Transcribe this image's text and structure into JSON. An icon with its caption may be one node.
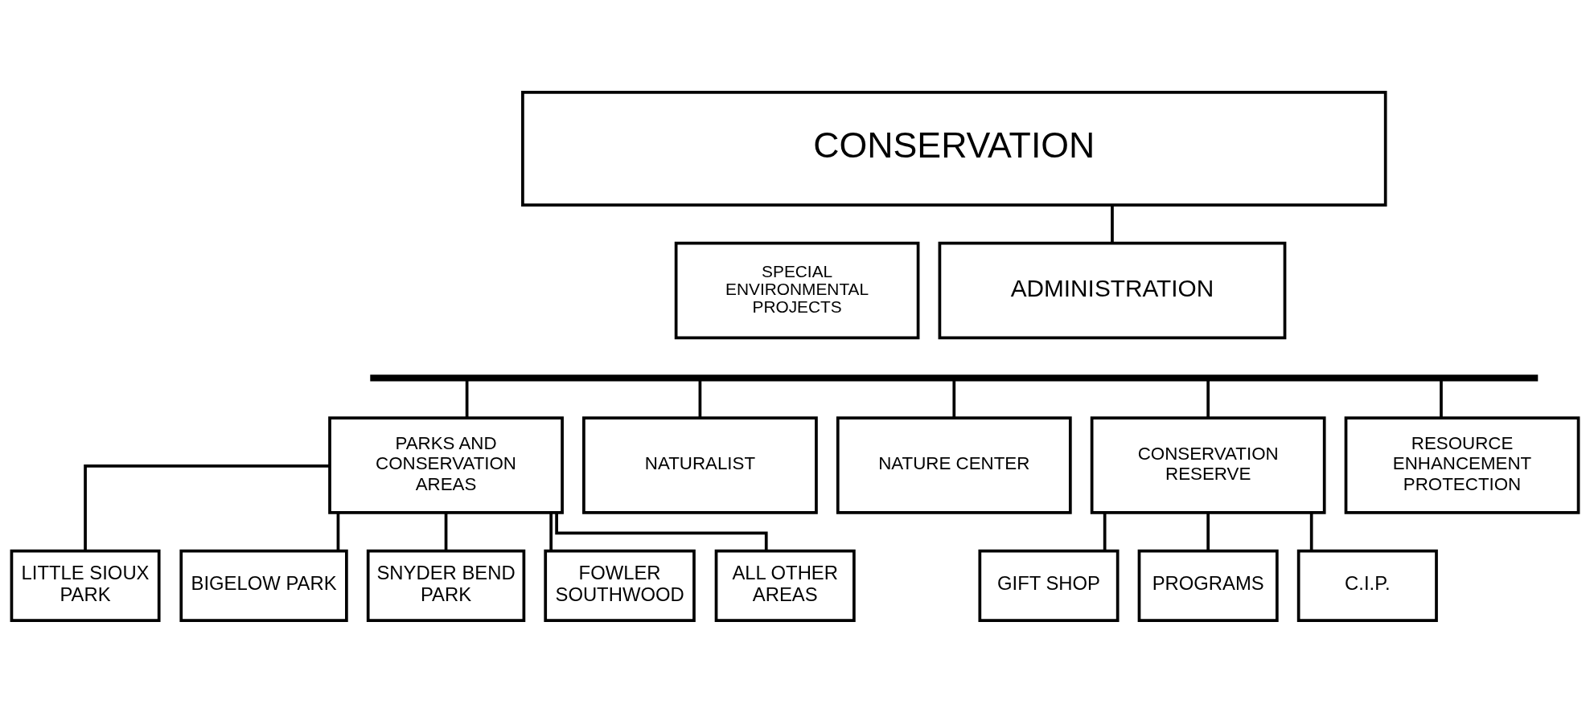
{
  "diagram": {
    "nodes": [
      {
        "text": [
          "CONSERVATION"
        ]
      },
      {
        "text": [
          "SPECIAL ENVIRONMENTAL PROJECTS"
        ]
      },
      {
        "text": [
          "ADMINISTRATION"
        ]
      },
      {
        "text": [],
        "shape": "bar"
      },
      {
        "text": [
          "PARKS AND CONSERVATION AREAS"
        ]
      },
      {
        "text": [
          "NATURALIST"
        ]
      },
      {
        "text": [
          "NATURE CENTER"
        ]
      },
      {
        "text": [
          "CONSERVATION RESERVE"
        ]
      },
      {
        "text": [
          "RESOURCE ENHANCEMENT PROTECTION"
        ]
      },
      {
        "text": [
          "LITTLE SIOUX PARK"
        ]
      },
      {
        "text": [
          "BIGELOW PARK"
        ]
      },
      {
        "text": [
          "SNYDER BEND PARK"
        ]
      },
      {
        "text": [
          "FOWLER SOUTHWOOD"
        ]
      },
      {
        "text": [
          "ALL OTHER AREAS"
        ]
      },
      {
        "text": [
          "GIFT SHOP"
        ]
      },
      {
        "text": [
          "PROGRAMS"
        ]
      },
      {
        "text": [
          "C.I.P."
        ]
      }
    ],
    "edges": [
      {
        "from": 0,
        "to": 2,
        "arrow": "none"
      },
      {
        "from": 3,
        "to": 4,
        "arrow": "none"
      },
      {
        "from": 3,
        "to": 5,
        "arrow": "none"
      },
      {
        "from": 3,
        "to": 6,
        "arrow": "none"
      },
      {
        "from": 3,
        "to": 7,
        "arrow": "none"
      },
      {
        "from": 3,
        "to": 8,
        "arrow": "none"
      },
      {
        "from": 4,
        "to": 9,
        "arrow": "none"
      },
      {
        "from": 4,
        "to": 10,
        "arrow": "none"
      },
      {
        "from": 4,
        "to": 11,
        "arrow": "none"
      },
      {
        "from": 4,
        "to": 12,
        "arrow": "none"
      },
      {
        "from": 4,
        "to": 13,
        "arrow": "none"
      },
      {
        "from": 7,
        "to": 14,
        "arrow": "none"
      },
      {
        "from": 7,
        "to": 15,
        "arrow": "none"
      },
      {
        "from": 7,
        "to": 16,
        "arrow": "none"
      }
    ]
  }
}
